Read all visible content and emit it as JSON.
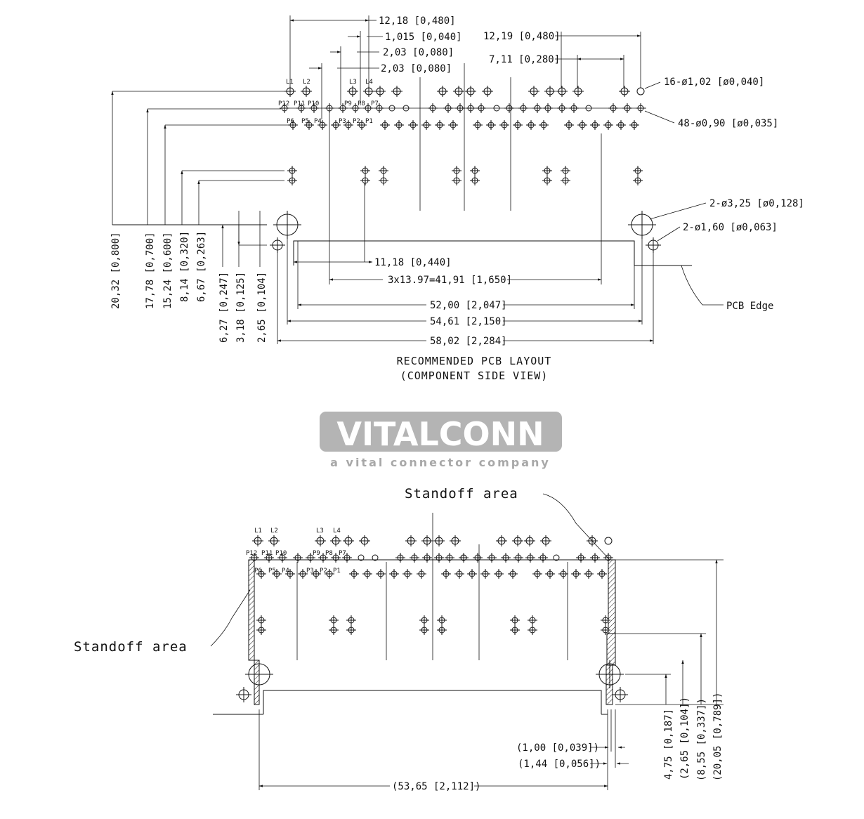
{
  "top_view": {
    "title_line1": "RECOMMENDED PCB LAYOUT",
    "title_line2": "(COMPONENT SIDE VIEW)",
    "dims_horizontal": [
      "12,18 [0,480]",
      "1,015 [0,040]",
      "2,03 [0,080]",
      "2,03 [0,080]",
      "12,19 [0,480]",
      "7,11 [0,280]",
      "16-ø1,02 [ø0,040]",
      "48-ø0,90 [ø0,035]",
      "2-ø3,25 [ø0,128]",
      "2-ø1,60 [ø0,063]",
      "11,18 [0,440]",
      "3x13.97=41,91 [1,650]",
      "52,00 [2,047]",
      "54,61 [2,150]",
      "58,02 [2,284]"
    ],
    "dims_vertical": [
      "20,32 [0,800]",
      "17,78 [0,700]",
      "15,24 [0,600]",
      "8,14 [0,320]",
      "6,67 [0,263]",
      "6,27 [0,247]",
      "3,18 [0,125]",
      "2,65 [0,104]"
    ],
    "pcb_edge": "PCB Edge",
    "pin_labels": {
      "l1": "L1",
      "l2": "L2",
      "l3": "L3",
      "l4": "L4",
      "p12": "P12",
      "p11": "P11",
      "p10": "P10",
      "p9": "P9",
      "p8": "P8",
      "p7": "P7",
      "p6": "P6",
      "p5": "P5",
      "p4": "P4",
      "p3": "P3",
      "p2": "P2",
      "p1": "P1"
    }
  },
  "logo": {
    "brand": "VITALCONN",
    "tagline": "a vital connector company"
  },
  "bottom_view": {
    "standoff_label_right": "Standoff area",
    "standoff_label_left": "Standoff area",
    "dims_horizontal": [
      "(1,00 [0,039])",
      "(1,44 [0,056])",
      "(53,65 [2,112])"
    ],
    "dims_vertical": [
      "4,75 [0,187]",
      "(2,65 [0,104])",
      "(8,55 [0,337])",
      "(20,05 [0,789])"
    ],
    "pin_labels": {
      "l1": "L1",
      "l2": "L2",
      "l3": "L3",
      "l4": "L4",
      "p12": "P12",
      "p11": "P11",
      "p10": "P10",
      "p9": "P9",
      "p8": "P8",
      "p7": "P7",
      "p6": "P6",
      "p5": "P5",
      "p4": "P4",
      "p3": "P3",
      "p2": "P2",
      "p1": "P1"
    }
  }
}
